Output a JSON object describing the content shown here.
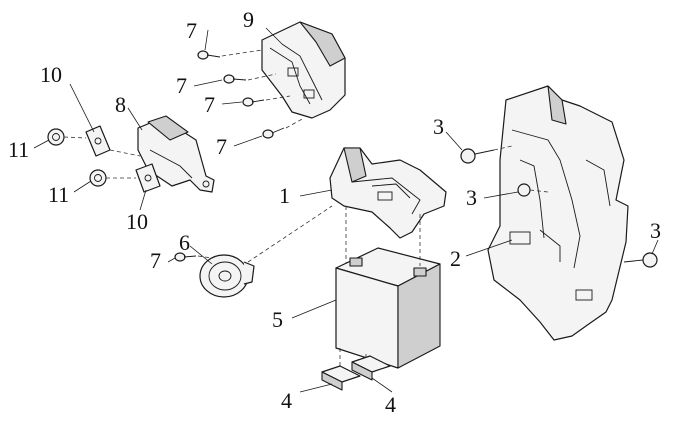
{
  "callouts": {
    "c1": "1",
    "c2": "2",
    "c3a": "3",
    "c3b": "3",
    "c3c": "3",
    "c4a": "4",
    "c4b": "4",
    "c5": "5",
    "c6": "6",
    "c7a": "7",
    "c7b": "7",
    "c7c": "7",
    "c7d": "7",
    "c7e": "7",
    "c8": "8",
    "c9": "9",
    "c10a": "10",
    "c10b": "10",
    "c11a": "11",
    "c11b": "11"
  }
}
